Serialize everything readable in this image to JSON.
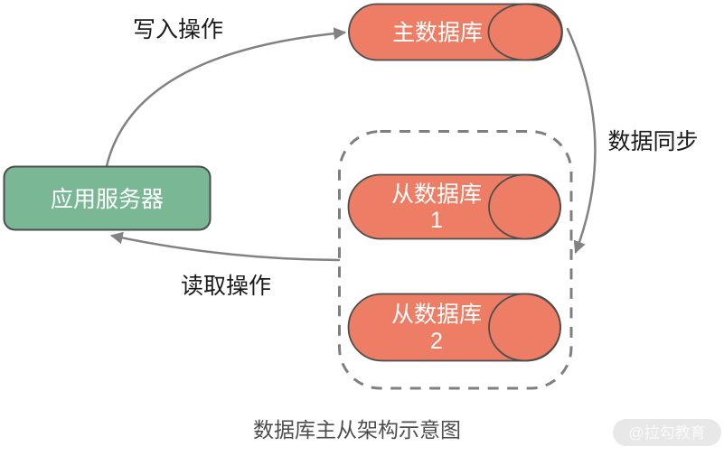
{
  "colors": {
    "db_fill": "#ED7D64",
    "app_fill": "#7AB795",
    "arrow": "#828282",
    "dashed_border": "#7F7F7F",
    "node_label_text": "#FFFFFF",
    "edge_label_text": "#1A1A1A",
    "caption_text": "#4D4D4D",
    "watermark_bg": "#E8E8E8",
    "watermark_text": "#FAFAFA"
  },
  "nodes": {
    "app_server": {
      "label": "应用服务器"
    },
    "master_db": {
      "label": "主数据库"
    },
    "slave_db_1": {
      "line1": "从数据库",
      "line2": "1"
    },
    "slave_db_2": {
      "line1": "从数据库",
      "line2": "2"
    }
  },
  "edges": {
    "write": {
      "label": "写入操作"
    },
    "read": {
      "label": "读取操作"
    },
    "sync": {
      "label": "数据同步"
    }
  },
  "caption": "数据库主从架构示意图",
  "watermark": "@拉勾教育"
}
